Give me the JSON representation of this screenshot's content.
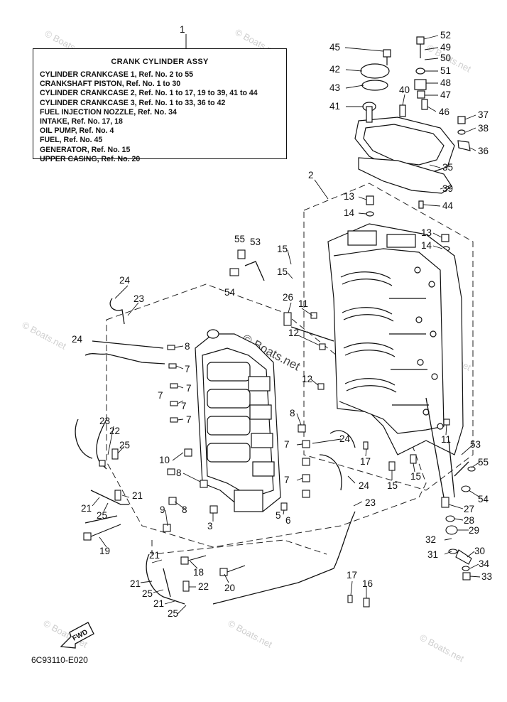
{
  "legend": {
    "callout": "1",
    "title": "CRANK CYLINDER ASSY",
    "lines": [
      "CYLINDER CRANKCASE 1, Ref. No. 2 to 55",
      "CRANKSHAFT PISTON,  Ref. No. 1 to 30",
      "CYLINDER CRANKCASE 2, Ref. No. 1 to 17, 19 to 39, 41 to 44",
      "CYLINDER CRANKCASE 3, Ref. No. 1 to 33, 36 to 42",
      "FUEL INJECTION NOZZLE, Ref. No. 34",
      "INTAKE,  Ref. No. 17, 18",
      "OIL PUMP,  Ref. No. 4",
      "FUEL,  Ref. No. 45",
      "GENERATOR,  Ref. No. 15",
      "UPPER CASING, Ref. No. 20"
    ]
  },
  "part_code": "6C93110-E020",
  "fwd_label": "FWD",
  "watermark": "© Boats.net",
  "callouts": [
    "45",
    "42",
    "43",
    "41",
    "52",
    "49",
    "50",
    "51",
    "48",
    "47",
    "40",
    "46",
    "37",
    "38",
    "36",
    "35",
    "39",
    "2",
    "13",
    "14",
    "44",
    "13",
    "14",
    "55",
    "53",
    "54",
    "15",
    "15",
    "24",
    "23",
    "26",
    "11",
    "12",
    "8",
    "24",
    "7",
    "7",
    "7",
    "7",
    "7",
    "12",
    "8",
    "24",
    "7",
    "7",
    "24",
    "23",
    "22",
    "25",
    "10",
    "8",
    "21",
    "21",
    "25",
    "9",
    "8",
    "3",
    "5",
    "6",
    "17",
    "15",
    "15",
    "11",
    "53",
    "55",
    "54",
    "27",
    "28",
    "29",
    "32",
    "31",
    "30",
    "34",
    "33",
    "19",
    "18",
    "20",
    "21",
    "21",
    "25",
    "22",
    "21",
    "25",
    "17",
    "16",
    "23"
  ]
}
